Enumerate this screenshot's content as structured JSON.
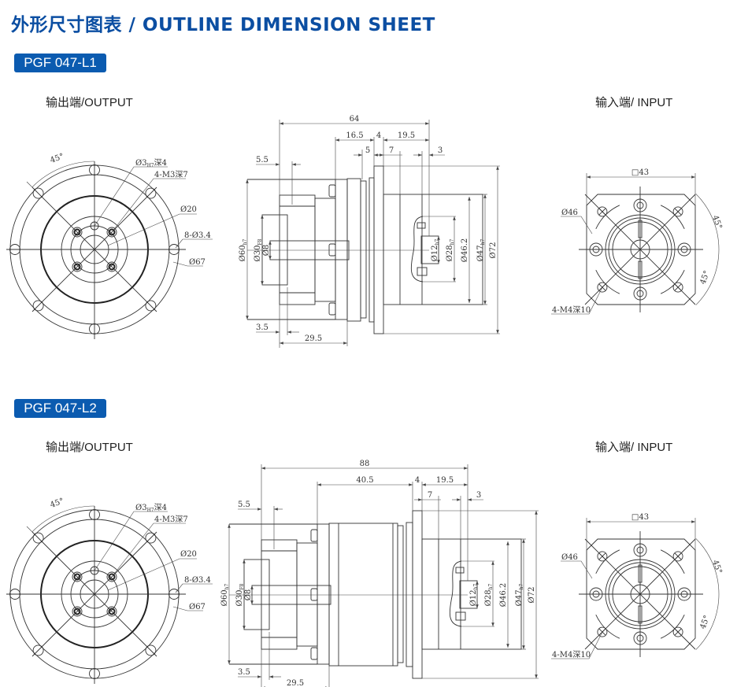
{
  "title": "外形尺寸图表 / OUTLINE DIMENSION SHEET",
  "colors": {
    "brand": "#0b4ea2",
    "badge": "#0b5bb0"
  },
  "models": [
    {
      "badge": "PGF 047-L1",
      "output_label": "输出端/OUTPUT",
      "input_label": "输入端/ INPUT",
      "output_face": {
        "angle": "45°",
        "pin": "Ø3",
        "pin_tol": "H7",
        "pin_depth": "深4",
        "tapped": "4-M3深7",
        "pilot": "Ø20",
        "holes": "8-Ø3.4",
        "pcd": "Ø67"
      },
      "side": {
        "overall": "64",
        "body": "16.5",
        "flange": "4",
        "shaft_len": "19.5",
        "d5": "5",
        "d7": "7",
        "d3": "3",
        "d5_5": "5.5",
        "d3_5": "3.5",
        "d29_5": "29.5",
        "dia60": "Ø60",
        "dia60_tol": "h7",
        "dia30": "Ø30",
        "dia30_tol": "F8",
        "dia8": "Ø8",
        "dia12": "Ø12",
        "dia12_tol": "h7",
        "dia28": "Ø28",
        "dia28_tol": "h7",
        "dia46": "Ø46.2",
        "dia47": "Ø47",
        "dia47_tol": "h7",
        "dia72": "Ø72"
      },
      "input_face": {
        "square": "□43",
        "pcd": "Ø46",
        "tapped": "4-M4深10",
        "angle1": "45°",
        "angle2": "45°"
      }
    },
    {
      "badge": "PGF 047-L2",
      "output_label": "输出端/OUTPUT",
      "input_label": "输入端/ INPUT",
      "output_face": {
        "angle": "45°",
        "pin": "Ø3",
        "pin_tol": "H7",
        "pin_depth": "深4",
        "tapped": "4-M3深7",
        "pilot": "Ø20",
        "holes": "8-Ø3.4",
        "pcd": "Ø67"
      },
      "side": {
        "overall": "88",
        "body": "40.5",
        "flange": "4",
        "shaft_len": "19.5",
        "d7": "7",
        "d3": "3",
        "d5_5": "5.5",
        "d3_5": "3.5",
        "d29_5": "29.5",
        "dia60": "Ø60",
        "dia60_tol": "h7",
        "dia30": "Ø30",
        "dia30_tol": "F8",
        "dia8": "Ø8",
        "dia12": "Ø12",
        "dia12_tol": "h7",
        "dia28": "Ø28",
        "dia28_tol": "h7",
        "dia46": "Ø46.2",
        "dia47": "Ø47",
        "dia47_tol": "h7",
        "dia72": "Ø72"
      },
      "input_face": {
        "square": "□43",
        "pcd": "Ø46",
        "tapped": "4-M4深10",
        "angle1": "45°",
        "angle2": "45°"
      }
    }
  ]
}
